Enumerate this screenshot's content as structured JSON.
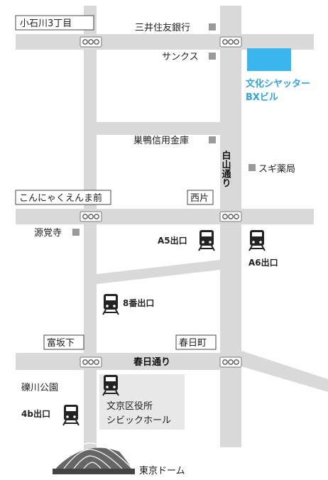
{
  "colors": {
    "road": "#d9d9d9",
    "accent_building": "#3ab6ee",
    "landmark_square": "#9a9a9a",
    "train": "#222222",
    "city_hall_block": "#e8e8e8"
  },
  "intersections": {
    "koishikawa": "小石川3丁目",
    "konnyaku": "こんにゃくえんま前",
    "nishikata": "西片",
    "tomisaka": "富坂下",
    "kasugacho": "春日町"
  },
  "landmarks": {
    "mitsui_bank": "三井住友銀行",
    "sunkus": "サンクス",
    "sugamo_shinkin": "巣鴨信用金庫",
    "sugi": "スギ薬局",
    "genkakuji": "源覚寺",
    "koishikawa_park": "礫川公園"
  },
  "building": {
    "line1": "文化シヤッター",
    "line2": "BXビル"
  },
  "roads": {
    "hakusan_line1": "白山",
    "hakusan_line2": "通り",
    "kasuga": "春日通り"
  },
  "exits": {
    "a5": "A5出口",
    "a6": "A6出口",
    "no8": "8番出口",
    "4b": "4b出口"
  },
  "city_hall": {
    "line1": "文京区役所",
    "line2": "シビックホール"
  },
  "dome": "東京ドーム",
  "icons": {
    "train": "train-icon",
    "signal": "traffic-signal-icon",
    "dome": "dome-icon",
    "landmark": "landmark-square-icon"
  }
}
